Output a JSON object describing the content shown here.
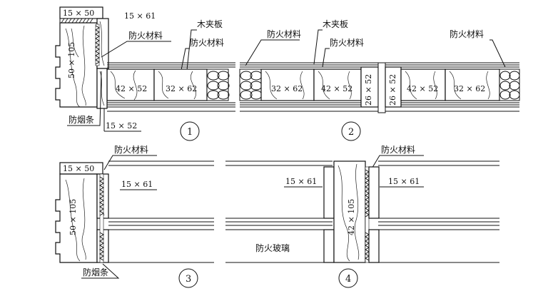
{
  "labels": {
    "fire_material": "防火材料",
    "plywood": "木夹板",
    "smoke_seal": "防烟条",
    "fire_glass": "防火玻璃"
  },
  "dims": {
    "d15x50": "15 × 50",
    "d15x61": "15 × 61",
    "d50x105": "50 × 105",
    "d42x52": "42 × 52",
    "d32x62": "32 × 62",
    "d15x52": "15 × 52",
    "d26x52": "26 × 52",
    "d42x105": "42 × 105"
  },
  "detail_numbers": [
    "1",
    "2",
    "3",
    "4"
  ]
}
